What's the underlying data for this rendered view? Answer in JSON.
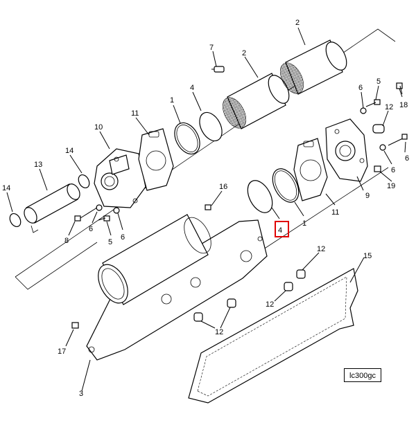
{
  "callouts": {
    "c1a": "1",
    "c1b": "1",
    "c2a": "2",
    "c2b": "2",
    "c3": "3",
    "c4a": "4",
    "c4b": "4",
    "c5a": "5",
    "c5b": "5",
    "c6a": "6",
    "c6b": "6",
    "c6c": "6",
    "c6d": "6",
    "c7": "7",
    "c8": "8",
    "c9": "9",
    "c10": "10",
    "c11a": "11",
    "c11b": "11",
    "c12a": "12",
    "c12b": "12",
    "c12c": "12",
    "c12d": "12",
    "c13": "13",
    "c14a": "14",
    "c14b": "14",
    "c15": "15",
    "c16": "16",
    "c17": "17",
    "c18": "18",
    "c19": "19"
  },
  "reference_code": "lc300gc",
  "colors": {
    "highlight": "#e00000",
    "line": "#000000",
    "background": "#ffffff"
  }
}
